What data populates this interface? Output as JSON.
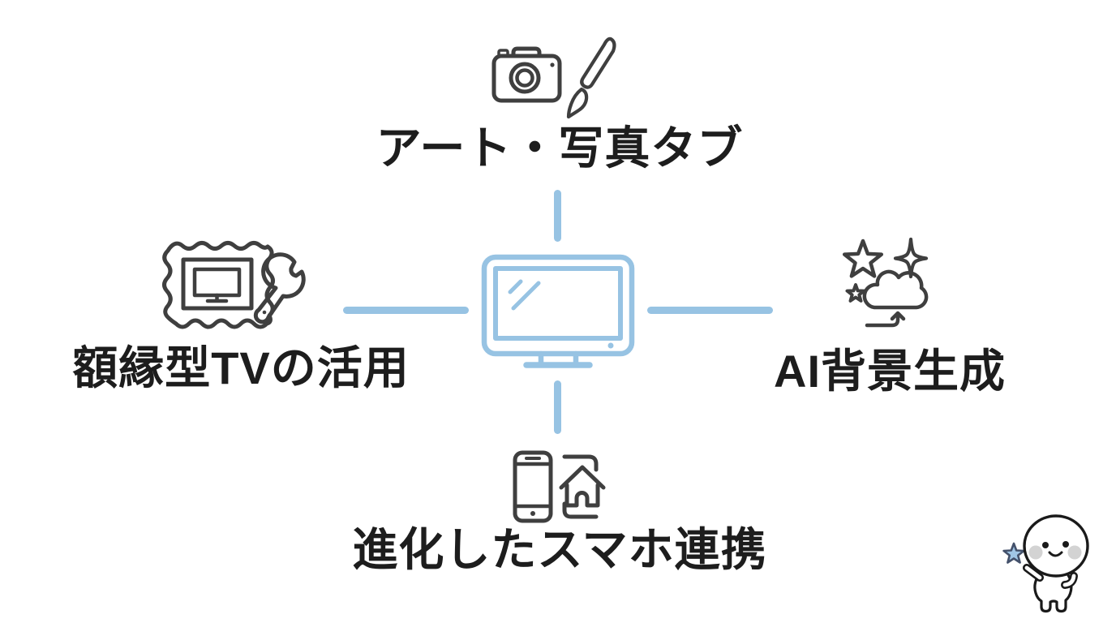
{
  "page": {
    "background": "#ffffff"
  },
  "colors": {
    "connector": "#97c3e3",
    "icon_stroke": "#3f3f3f",
    "label_text": "#1d1d1d",
    "mascot_outline": "#1a1a1a",
    "mascot_blush": "#d3d3d3",
    "mascot_star_fill": "#a0c6e6",
    "mascot_star_stroke": "#44516b"
  },
  "center": {
    "icon": "tv-icon"
  },
  "nodes": {
    "top": {
      "label": "アート・写真タブ",
      "icons": [
        "camera-icon",
        "paintbrush-icon"
      ]
    },
    "left": {
      "label": "額縁型TVの活用",
      "icons": [
        "picture-frame-tv-icon",
        "wrench-icon"
      ]
    },
    "right": {
      "label": "AI背景生成",
      "icons": [
        "star-icon",
        "sparkle-icon",
        "cloud-upload-icon"
      ]
    },
    "bottom": {
      "label": "進化したスマホ連携",
      "icons": [
        "smartphone-icon",
        "house-icon"
      ]
    }
  },
  "mascot": {
    "description": "white round mascot character raising a blue star"
  }
}
